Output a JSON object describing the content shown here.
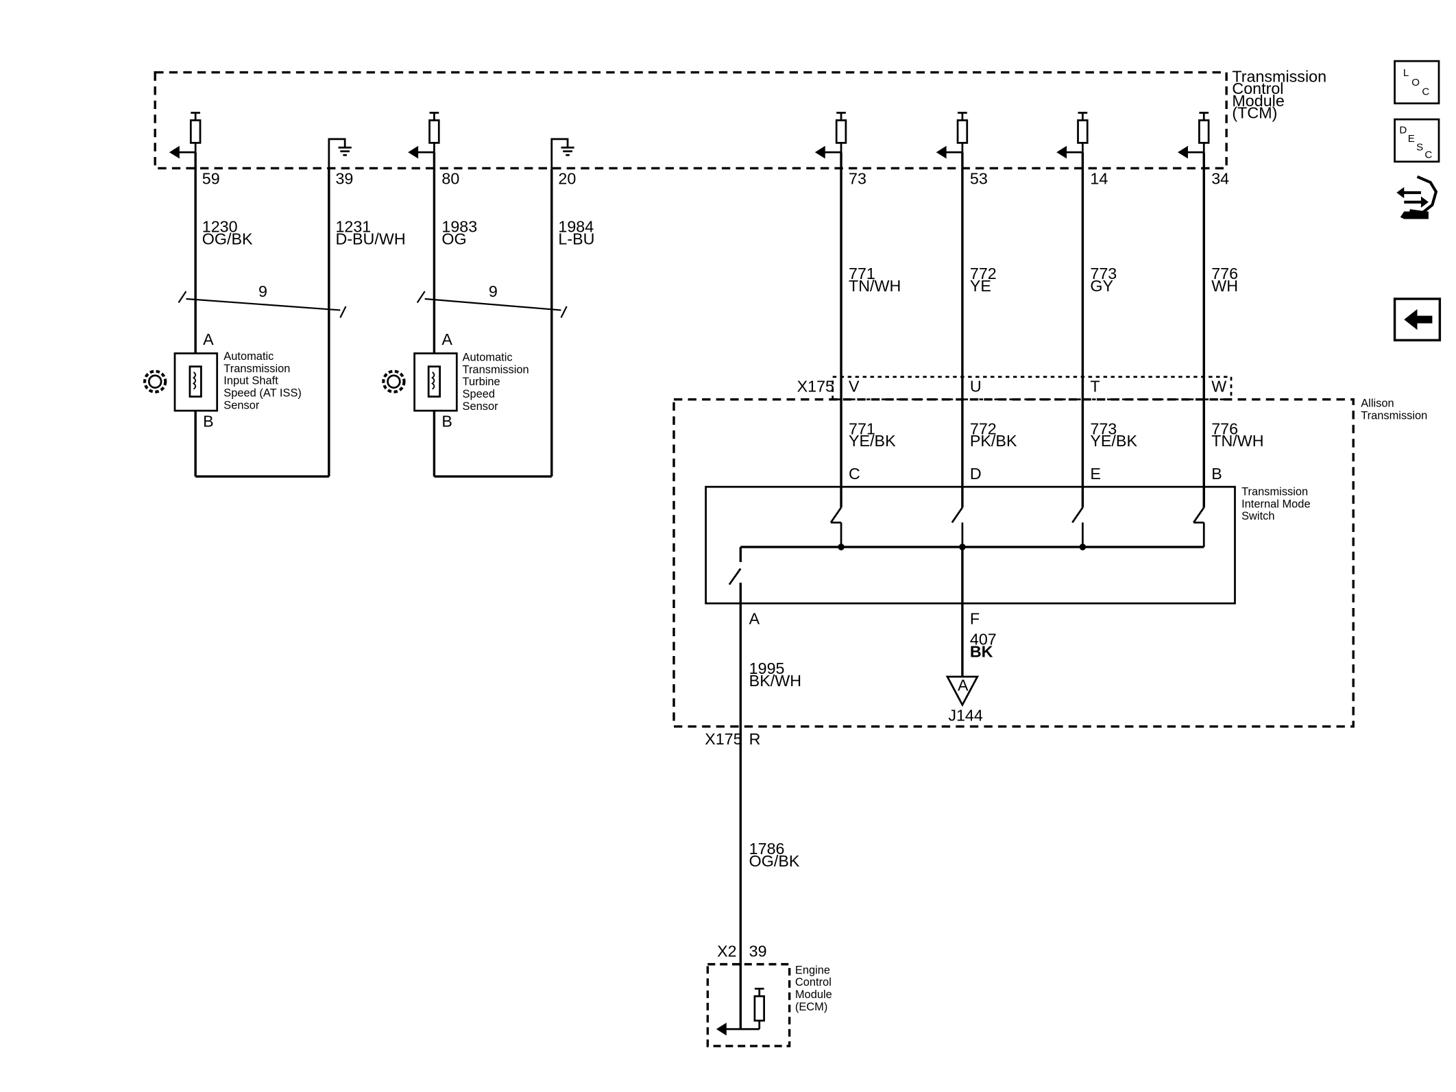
{
  "modules": {
    "tcm": [
      "Transmission",
      "Control",
      "Module",
      "(TCM)"
    ],
    "allison": [
      "Allison",
      "Transmission"
    ],
    "ecm": [
      "Engine",
      "Control",
      "Module",
      "(ECM)"
    ],
    "imswitch": [
      "Transmission",
      "Internal Mode",
      "Switch"
    ],
    "iss_sensor": [
      "Automatic",
      "Transmission",
      "Input Shaft",
      "Speed (AT ISS)",
      "Sensor"
    ],
    "turbine_sensor": [
      "Automatic",
      "Transmission",
      "Turbine",
      "Speed",
      "Sensor"
    ]
  },
  "tcm_pins": [
    "59",
    "39",
    "80",
    "20",
    "73",
    "53",
    "14",
    "34"
  ],
  "tcm_circuits": [
    {
      "num": "1230",
      "color": "OG/BK"
    },
    {
      "num": "1231",
      "color": "D-BU/WH"
    },
    {
      "num": "1983",
      "color": "OG"
    },
    {
      "num": "1984",
      "color": "L-BU"
    },
    {
      "num": "771",
      "color": "TN/WH"
    },
    {
      "num": "772",
      "color": "YE"
    },
    {
      "num": "773",
      "color": "GY"
    },
    {
      "num": "776",
      "color": "WH"
    }
  ],
  "twist_labels": [
    "9",
    "9"
  ],
  "sensor_pins": [
    "A",
    "B",
    "A",
    "B"
  ],
  "x175_connector": "X175",
  "x175_pins": [
    "V",
    "U",
    "T",
    "W"
  ],
  "allison_circuits": [
    {
      "num": "771",
      "color": "YE/BK"
    },
    {
      "num": "772",
      "color": "PK/BK"
    },
    {
      "num": "773",
      "color": "YE/BK"
    },
    {
      "num": "776",
      "color": "TN/WH"
    }
  ],
  "switch_pins": [
    "C",
    "D",
    "E",
    "B"
  ],
  "switch_out_pins": [
    "A",
    "F"
  ],
  "ground_circuit": {
    "num": "407",
    "color": "BK",
    "ref": "A",
    "splice": "J144"
  },
  "a_circuit": {
    "num": "1995",
    "color": "BK/WH"
  },
  "x175_bottom": {
    "connector": "X175",
    "pin": "R"
  },
  "ecm_circuit": {
    "num": "1786",
    "color": "OG/BK"
  },
  "x2": {
    "connector": "X2",
    "pin": "39"
  },
  "nav": {
    "loc_letters": [
      "L",
      "O",
      "C"
    ],
    "desc_letters": [
      "D",
      "E",
      "S",
      "C"
    ]
  }
}
